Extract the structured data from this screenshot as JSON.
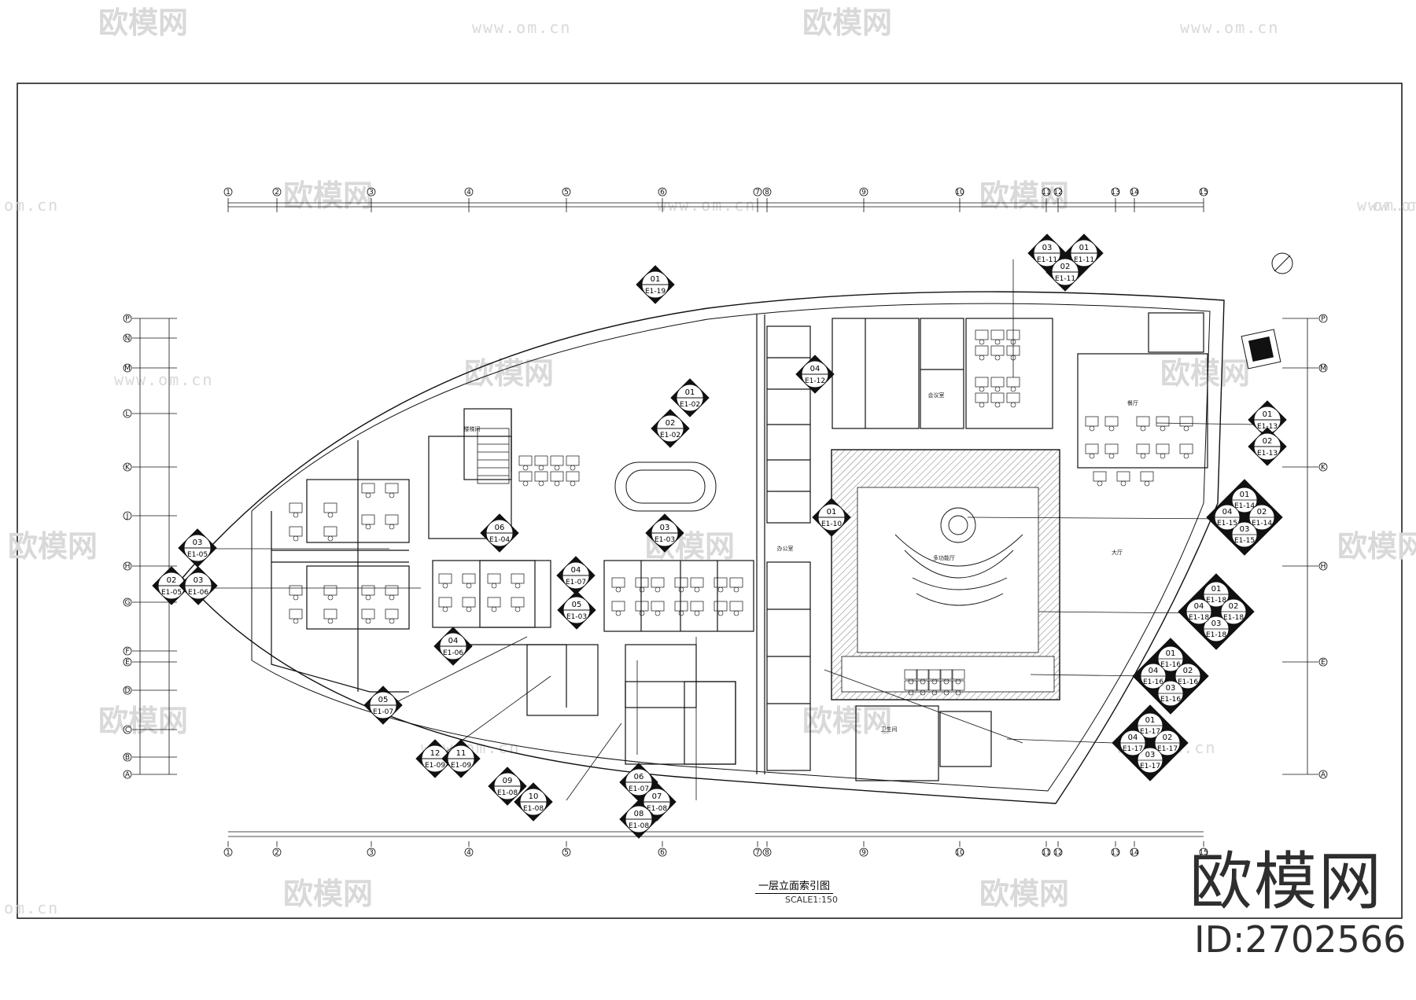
{
  "drawing": {
    "title": "一层立面索引图",
    "scale": "SCALE1:150"
  },
  "brand": {
    "name": "欧模网",
    "id_text": "ID:2702566"
  },
  "watermark": {
    "logo_text": "欧模网",
    "url_text": "www.om.cn",
    "url_short": "om.cn"
  },
  "grid_columns": [
    "1",
    "2",
    "3",
    "4",
    "5",
    "6",
    "7",
    "8",
    "9",
    "10",
    "11",
    "12",
    "13",
    "14",
    "15"
  ],
  "grid_rows": [
    "A",
    "B",
    "C",
    "D",
    "E",
    "F",
    "G",
    "H",
    "J",
    "K",
    "L",
    "M",
    "N",
    "P"
  ],
  "rooms": [
    {
      "id": "meeting",
      "label": "会议室"
    },
    {
      "id": "office",
      "label": "办公室"
    },
    {
      "id": "lobby",
      "label": "大厅"
    },
    {
      "id": "hall",
      "label": "多功能厅"
    },
    {
      "id": "stairs",
      "label": "楼梯间"
    },
    {
      "id": "toilet",
      "label": "卫生间"
    },
    {
      "id": "dining",
      "label": "餐厅"
    }
  ],
  "elevation_tags": [
    {
      "top": "01",
      "bottom": "E1-19"
    },
    {
      "top": "01",
      "bottom": "E1-02"
    },
    {
      "top": "02",
      "bottom": "E1-02"
    },
    {
      "top": "03",
      "bottom": "E1-11"
    },
    {
      "top": "01",
      "bottom": "E1-11"
    },
    {
      "top": "02",
      "bottom": "E1-11"
    },
    {
      "top": "03",
      "bottom": "E1-05"
    },
    {
      "top": "02",
      "bottom": "E1-05"
    },
    {
      "top": "03",
      "bottom": "E1-06"
    },
    {
      "top": "06",
      "bottom": "E1-04"
    },
    {
      "top": "03",
      "bottom": "E1-03"
    },
    {
      "top": "04",
      "bottom": "E1-07"
    },
    {
      "top": "05",
      "bottom": "E1-03"
    },
    {
      "top": "04",
      "bottom": "E1-06"
    },
    {
      "top": "05",
      "bottom": "E1-07"
    },
    {
      "top": "12",
      "bottom": "E1-09"
    },
    {
      "top": "11",
      "bottom": "E1-09"
    },
    {
      "top": "09",
      "bottom": "E1-08"
    },
    {
      "top": "10",
      "bottom": "E1-08"
    },
    {
      "top": "06",
      "bottom": "E1-07"
    },
    {
      "top": "07",
      "bottom": "E1-08"
    },
    {
      "top": "08",
      "bottom": "E1-08"
    },
    {
      "top": "04",
      "bottom": "E1-12"
    },
    {
      "top": "01",
      "bottom": "E1-10"
    },
    {
      "top": "01",
      "bottom": "E1-13"
    },
    {
      "top": "02",
      "bottom": "E1-13"
    }
  ],
  "cluster_tags": [
    {
      "id": "c15",
      "codes": [
        "01",
        "02",
        "03",
        "04"
      ],
      "bottoms": [
        "E1-14",
        "E1-14",
        "E1-15",
        "E1-15"
      ]
    },
    {
      "id": "c18",
      "codes": [
        "01",
        "02",
        "03",
        "04"
      ],
      "bottoms": [
        "E1-18",
        "E1-18",
        "E1-18",
        "E1-18"
      ]
    },
    {
      "id": "c16",
      "codes": [
        "01",
        "02",
        "03",
        "04"
      ],
      "bottoms": [
        "E1-16",
        "E1-16",
        "E1-16",
        "E1-16"
      ]
    },
    {
      "id": "c17",
      "codes": [
        "01",
        "02",
        "03",
        "04"
      ],
      "bottoms": [
        "E1-17",
        "E1-17",
        "E1-17",
        "E1-17"
      ]
    }
  ],
  "colors": {
    "line": "#111111",
    "watermark": "#d9d9d9",
    "hatch": "#555555",
    "brand": "#2e2e2e"
  }
}
